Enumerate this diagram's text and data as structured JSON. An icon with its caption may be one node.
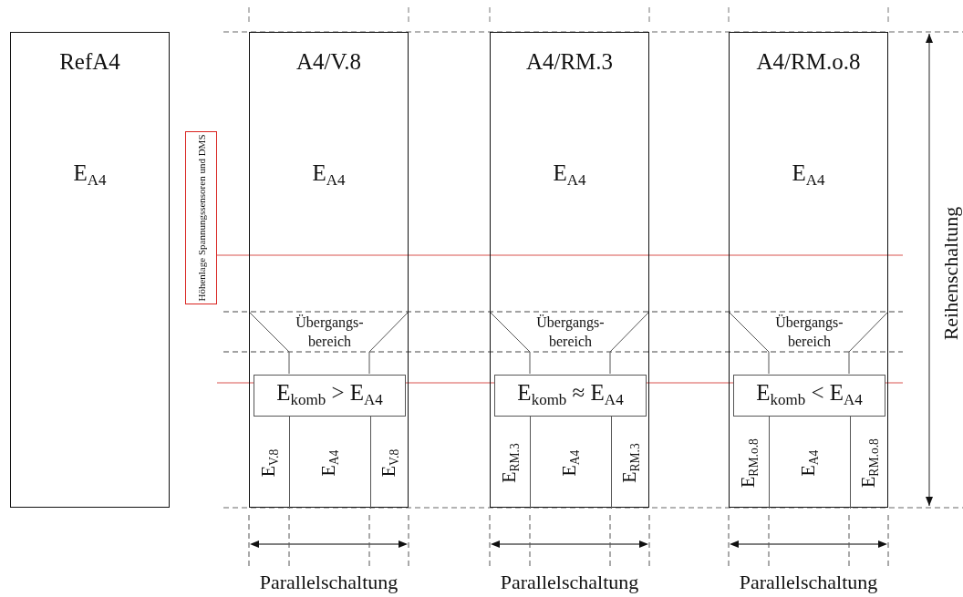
{
  "diagram": {
    "nodes": [
      {
        "text": [
          "RefA4",
          "E$_{A4}$"
        ]
      },
      {
        "text": [
          "Höhenlage Spannungssensoren und DMS"
        ]
      },
      {
        "text": [
          "A4/V.8",
          "E$_{A4}$"
        ]
      },
      {
        "text": [
          "Übergangs- bereich"
        ],
        "in": 2
      },
      {
        "text": [
          "E$_{komb}$ > E$_{A4}$"
        ],
        "in": 2
      },
      {
        "text": [
          "E$_{V.8}$"
        ],
        "in": 2
      },
      {
        "text": [
          "E$_{A4}$"
        ],
        "in": 2
      },
      {
        "text": [
          "E$_{V.8}$"
        ],
        "in": 2
      },
      {
        "text": [
          "A4/RM.3",
          "E$_{A4}$"
        ]
      },
      {
        "text": [
          "Übergangs- bereich"
        ],
        "in": 8
      },
      {
        "text": [
          "E$_{komb}$ ≈ E$_{A4}$"
        ],
        "in": 8
      },
      {
        "text": [
          "E$_{RM.3}$"
        ],
        "in": 8
      },
      {
        "text": [
          "E$_{A4}$"
        ],
        "in": 8
      },
      {
        "text": [
          "E$_{RM.3}$"
        ],
        "in": 8
      },
      {
        "text": [
          "A4/RM.o.8",
          "E$_{A4}$"
        ]
      },
      {
        "text": [
          "Übergangs- bereich"
        ],
        "in": 14
      },
      {
        "text": [
          "E$_{komb}$ < E$_{A4}$"
        ],
        "in": 14
      },
      {
        "text": [
          "E$_{RM.o.8}$"
        ],
        "in": 14
      },
      {
        "text": [
          "E$_{A4}$"
        ],
        "in": 14
      },
      {
        "text": [
          "E$_{RM.o.8}$"
        ],
        "in": 14
      }
    ],
    "edges": [],
    "labels": [
      "Parallelschaltung",
      "Parallelschaltung",
      "Parallelschaltung",
      "Reihenschaltung"
    ]
  }
}
